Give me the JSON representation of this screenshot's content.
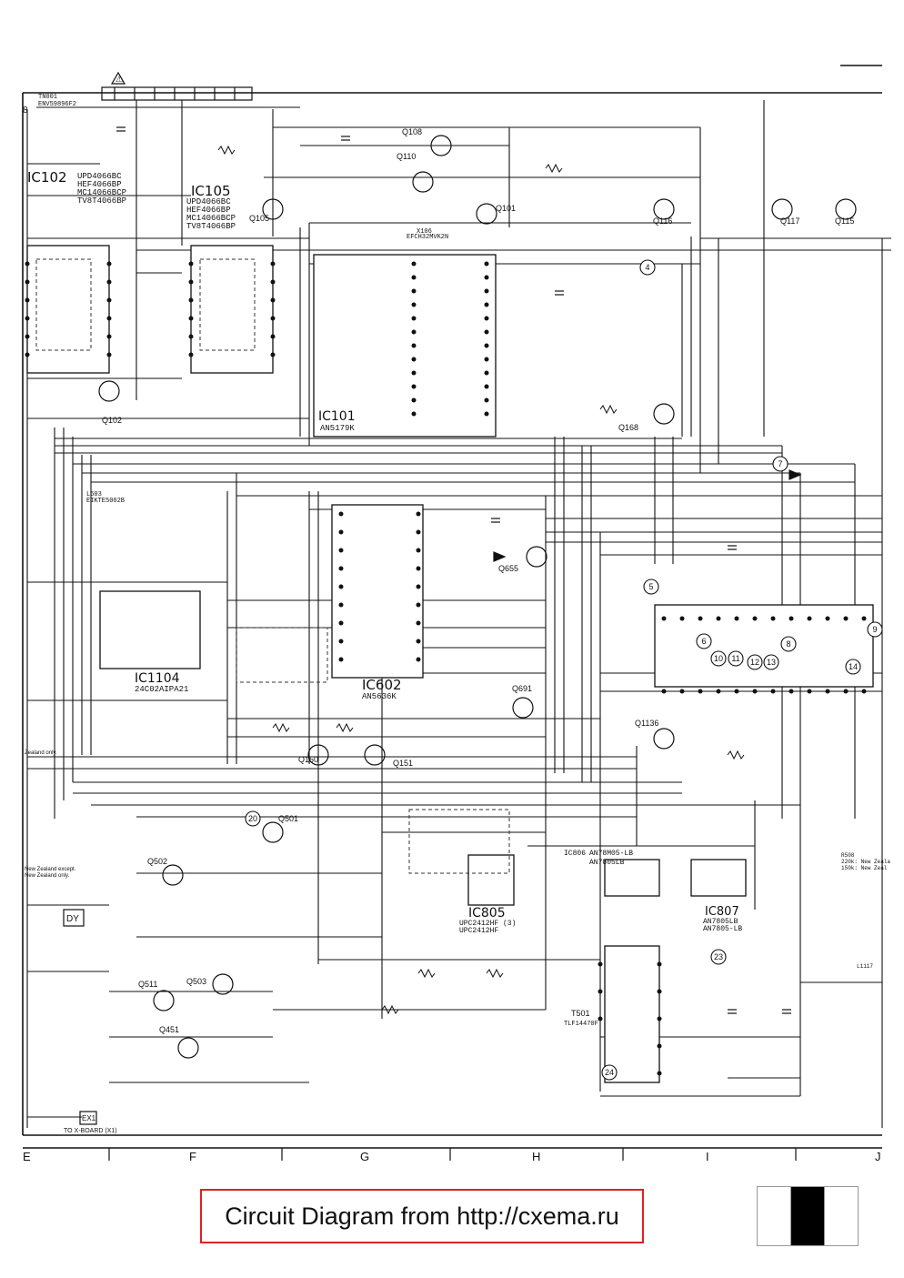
{
  "header": {
    "tn_label": "TN001",
    "tn_part": "ENV59896F2",
    "warning_mark": "⚠",
    "corner_ref": "8"
  },
  "ics": [
    {
      "id": "IC102",
      "parts": [
        "UPD4066BC",
        "HEF4066BP",
        "MC14066BCP",
        "TV8T4066BP"
      ]
    },
    {
      "id": "IC105",
      "parts": [
        "UPD4066BC",
        "HEF4066BP",
        "MC14066BCP",
        "TV8T4066BP"
      ]
    },
    {
      "id": "IC101",
      "parts": [
        "AN5179K"
      ]
    },
    {
      "id": "IC602",
      "parts": [
        "AN5636K"
      ]
    },
    {
      "id": "IC1104",
      "parts": [
        "24C02AIPA21"
      ]
    },
    {
      "id": "IC805",
      "parts": [
        "UPC2412HF (3)",
        "UPC2412HF"
      ]
    },
    {
      "id": "IC806",
      "parts": [
        "AN78M05-LB",
        "AN7805LB"
      ]
    },
    {
      "id": "IC807",
      "parts": [
        "AN7805LB",
        "AN7805-LB"
      ]
    }
  ],
  "transistors": [
    "Q108",
    "Q110",
    "Q101",
    "Q105",
    "Q116",
    "Q117",
    "Q115",
    "Q102",
    "Q168",
    "Q655",
    "Q691",
    "Q150",
    "Q151",
    "Q1136",
    "Q501",
    "Q502",
    "Q511",
    "Q503",
    "Q451"
  ],
  "parts_misc": {
    "efch": "EFCH32MVK2N",
    "x106": "X106",
    "l603": "L603",
    "l603_part": "EIKTE5002B",
    "t501": "T501",
    "t501_part": "TLF14470F",
    "dy": "DY",
    "ex1": "EX1",
    "to_xboard": "TO X-BOARD (X1)",
    "r508_line1": "R508",
    "r508_line2": "220k: New Zeala",
    "r508_line3": "150k: New Zeal",
    "nz_only": "Zealand only.",
    "nz_except_1": "New Zealand except.",
    "nz_except_2": "New Zealand only.",
    "l1117": "L1117"
  },
  "callouts": [
    "4",
    "5",
    "6",
    "7",
    "8",
    "9",
    "10",
    "11",
    "12",
    "13",
    "14",
    "20",
    "23",
    "24"
  ],
  "grid_letters": [
    "E",
    "F",
    "G",
    "H",
    "I",
    "J"
  ],
  "footer": {
    "text": "Circuit Diagram from http://cxema.ru"
  }
}
